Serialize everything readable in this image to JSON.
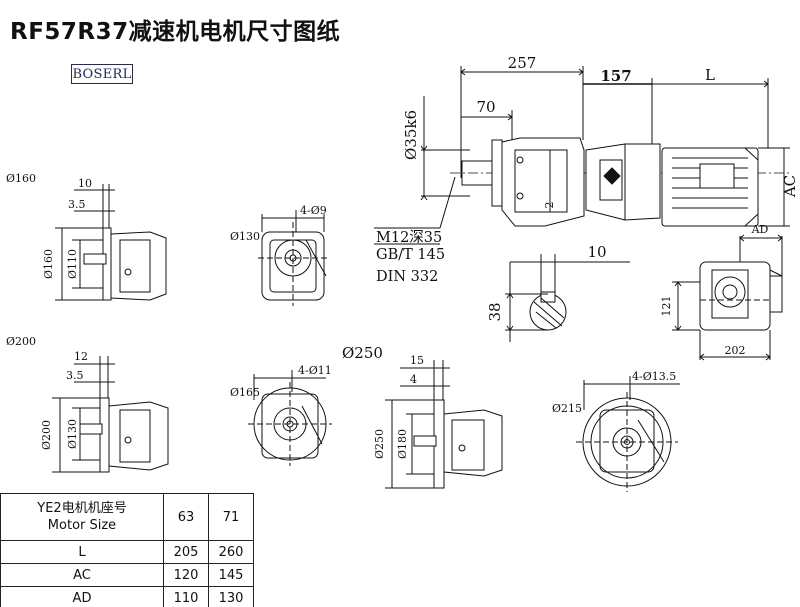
{
  "title": "RF57R37减速机电机尺寸图纸",
  "logo": "BOSERL",
  "main_view": {
    "d_overall": "257",
    "d_motor_offset": "157",
    "d_motor_len": "L",
    "d_shaft_70": "70",
    "d_shaft_dia": "Ø35k6",
    "d_height": "AC",
    "d_small_2": "2",
    "note_lines": [
      "M12深35",
      "GB/T 145",
      "DIN 332"
    ]
  },
  "key_section": {
    "width": "10",
    "height": "38"
  },
  "end_view": {
    "d_ad": "AD",
    "d_121": "121",
    "d_202": "202"
  },
  "flange_160": {
    "label": "Ø160",
    "d_10": "10",
    "d_35": "3.5",
    "d_outer": "Ø160",
    "d_inner": "Ø110",
    "d_pcd": "Ø130",
    "d_holes": "4-Ø9"
  },
  "flange_200": {
    "label": "Ø200",
    "d_12": "12",
    "d_35": "3.5",
    "d_outer": "Ø200",
    "d_inner": "Ø130",
    "d_pcd": "Ø165",
    "d_holes": "4-Ø11"
  },
  "flange_250": {
    "label": "Ø250",
    "d_15": "15",
    "d_4": "4",
    "d_outer": "Ø250",
    "d_inner": "Ø180",
    "d_pcd": "Ø215",
    "d_holes": "4-Ø13.5"
  },
  "spec_table": {
    "header_cn": "YE2电机机座号",
    "header_en": "Motor Size",
    "sizes": [
      "63",
      "71"
    ],
    "rows": [
      {
        "label": "L",
        "values": [
          "205",
          "260"
        ]
      },
      {
        "label": "AC",
        "values": [
          "120",
          "145"
        ]
      },
      {
        "label": "AD",
        "values": [
          "110",
          "130"
        ]
      }
    ]
  }
}
